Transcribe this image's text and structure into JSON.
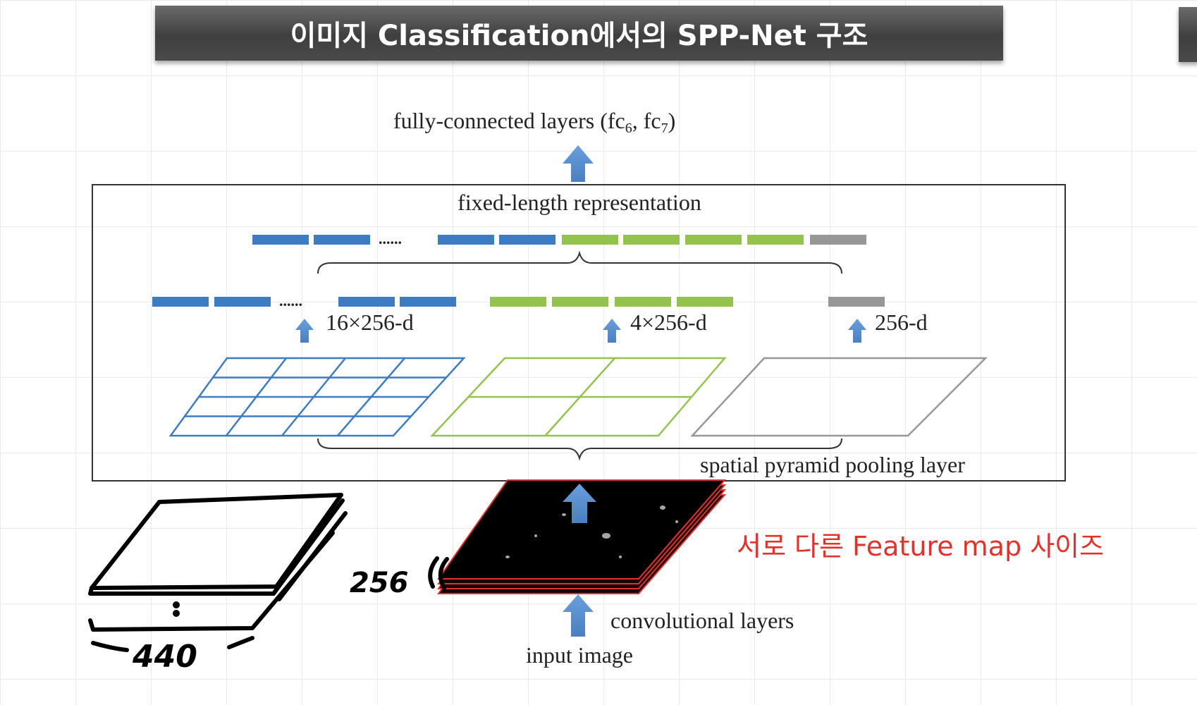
{
  "slide": {
    "title": "이미지 Classification에서의 SPP-Net 구조"
  },
  "diagram": {
    "fc_label_main": "fully-connected layers (fc",
    "fc_sub_6": "6",
    "fc_comma": ", fc",
    "fc_sub_7": "7",
    "fc_close": ")",
    "fixed_length_label": "fixed-length representation",
    "dots_top": "......",
    "dots_left": "......",
    "bin16_label": "16×256-d",
    "bin4_label": "4×256-d",
    "bin1_label": "256-d",
    "spp_label": "spatial pyramid pooling layer",
    "conv_label": "convolutional layers",
    "input_label": "input image",
    "colors": {
      "blue": "#3d7cc1",
      "green": "#94c24f",
      "gray": "#979797",
      "arrow": "#5b8fd0",
      "annotation_red": "#e0332b"
    }
  },
  "annotations": {
    "feature_map_note": "서로 다른 Feature map 사이즈",
    "handwritten_depth": "256",
    "handwritten_width": "440"
  }
}
